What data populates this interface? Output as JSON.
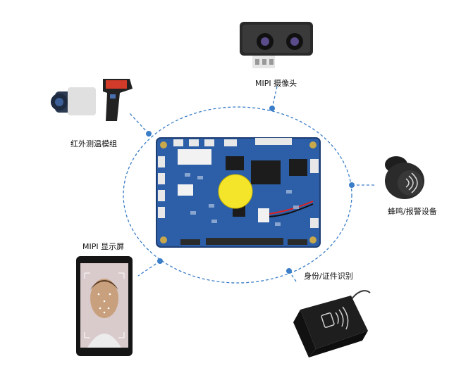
{
  "diagram": {
    "center": {
      "name": "main-board",
      "sticker_text": ""
    },
    "peripherals": [
      {
        "id": "mipi-camera",
        "label": "MIPI 摄像头"
      },
      {
        "id": "infrared-thermometer",
        "label": "红外测温模组"
      },
      {
        "id": "buzzer",
        "label": "蜂鸣/报警设备"
      },
      {
        "id": "mipi-display",
        "label": "MIPI 显示屏"
      },
      {
        "id": "id-card-reader",
        "label": "身份/证件识别"
      }
    ],
    "colors": {
      "connector": "#3a7dc8",
      "ellipse": "#3a7dc8",
      "board": "#2d5fa8",
      "device_dark": "#2a2a2a"
    }
  }
}
